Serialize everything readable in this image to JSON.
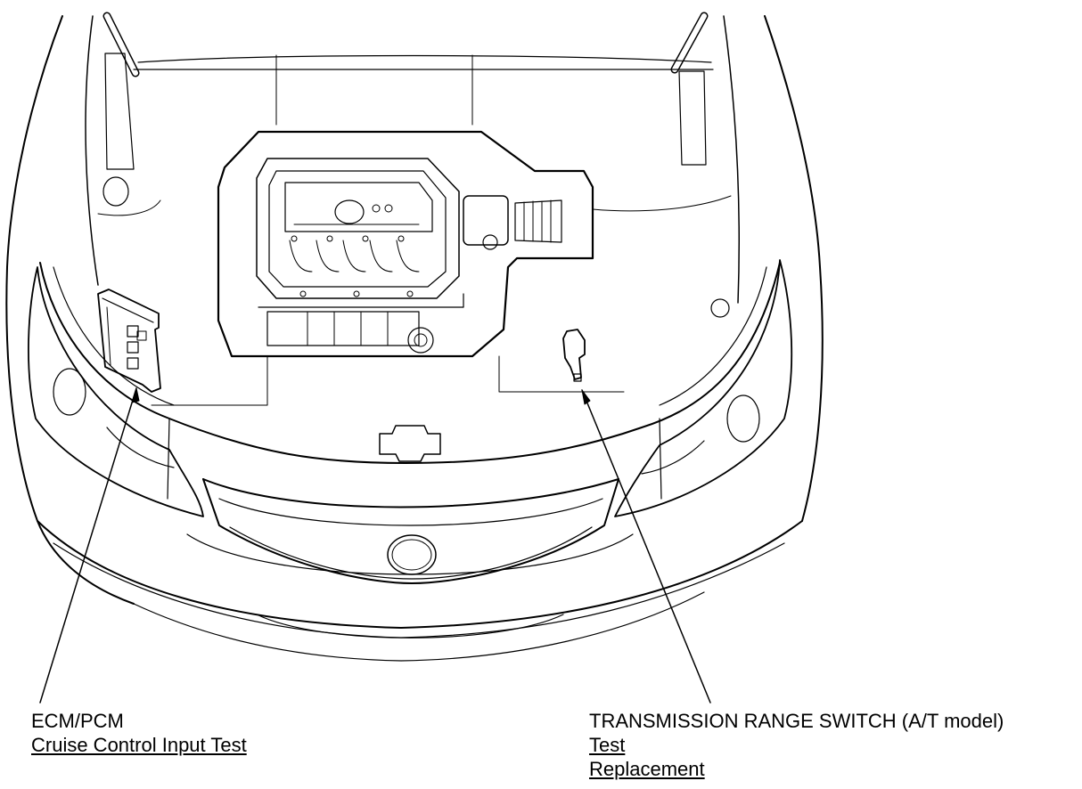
{
  "callouts": {
    "ecm": {
      "title": "ECM/PCM",
      "links": [
        "Cruise Control Input Test"
      ]
    },
    "trs": {
      "title": "TRANSMISSION RANGE SWITCH (A/T model)",
      "links": [
        "Test",
        "Replacement"
      ]
    }
  },
  "colors": {
    "line": "#000000",
    "fill": "#ffffff"
  }
}
